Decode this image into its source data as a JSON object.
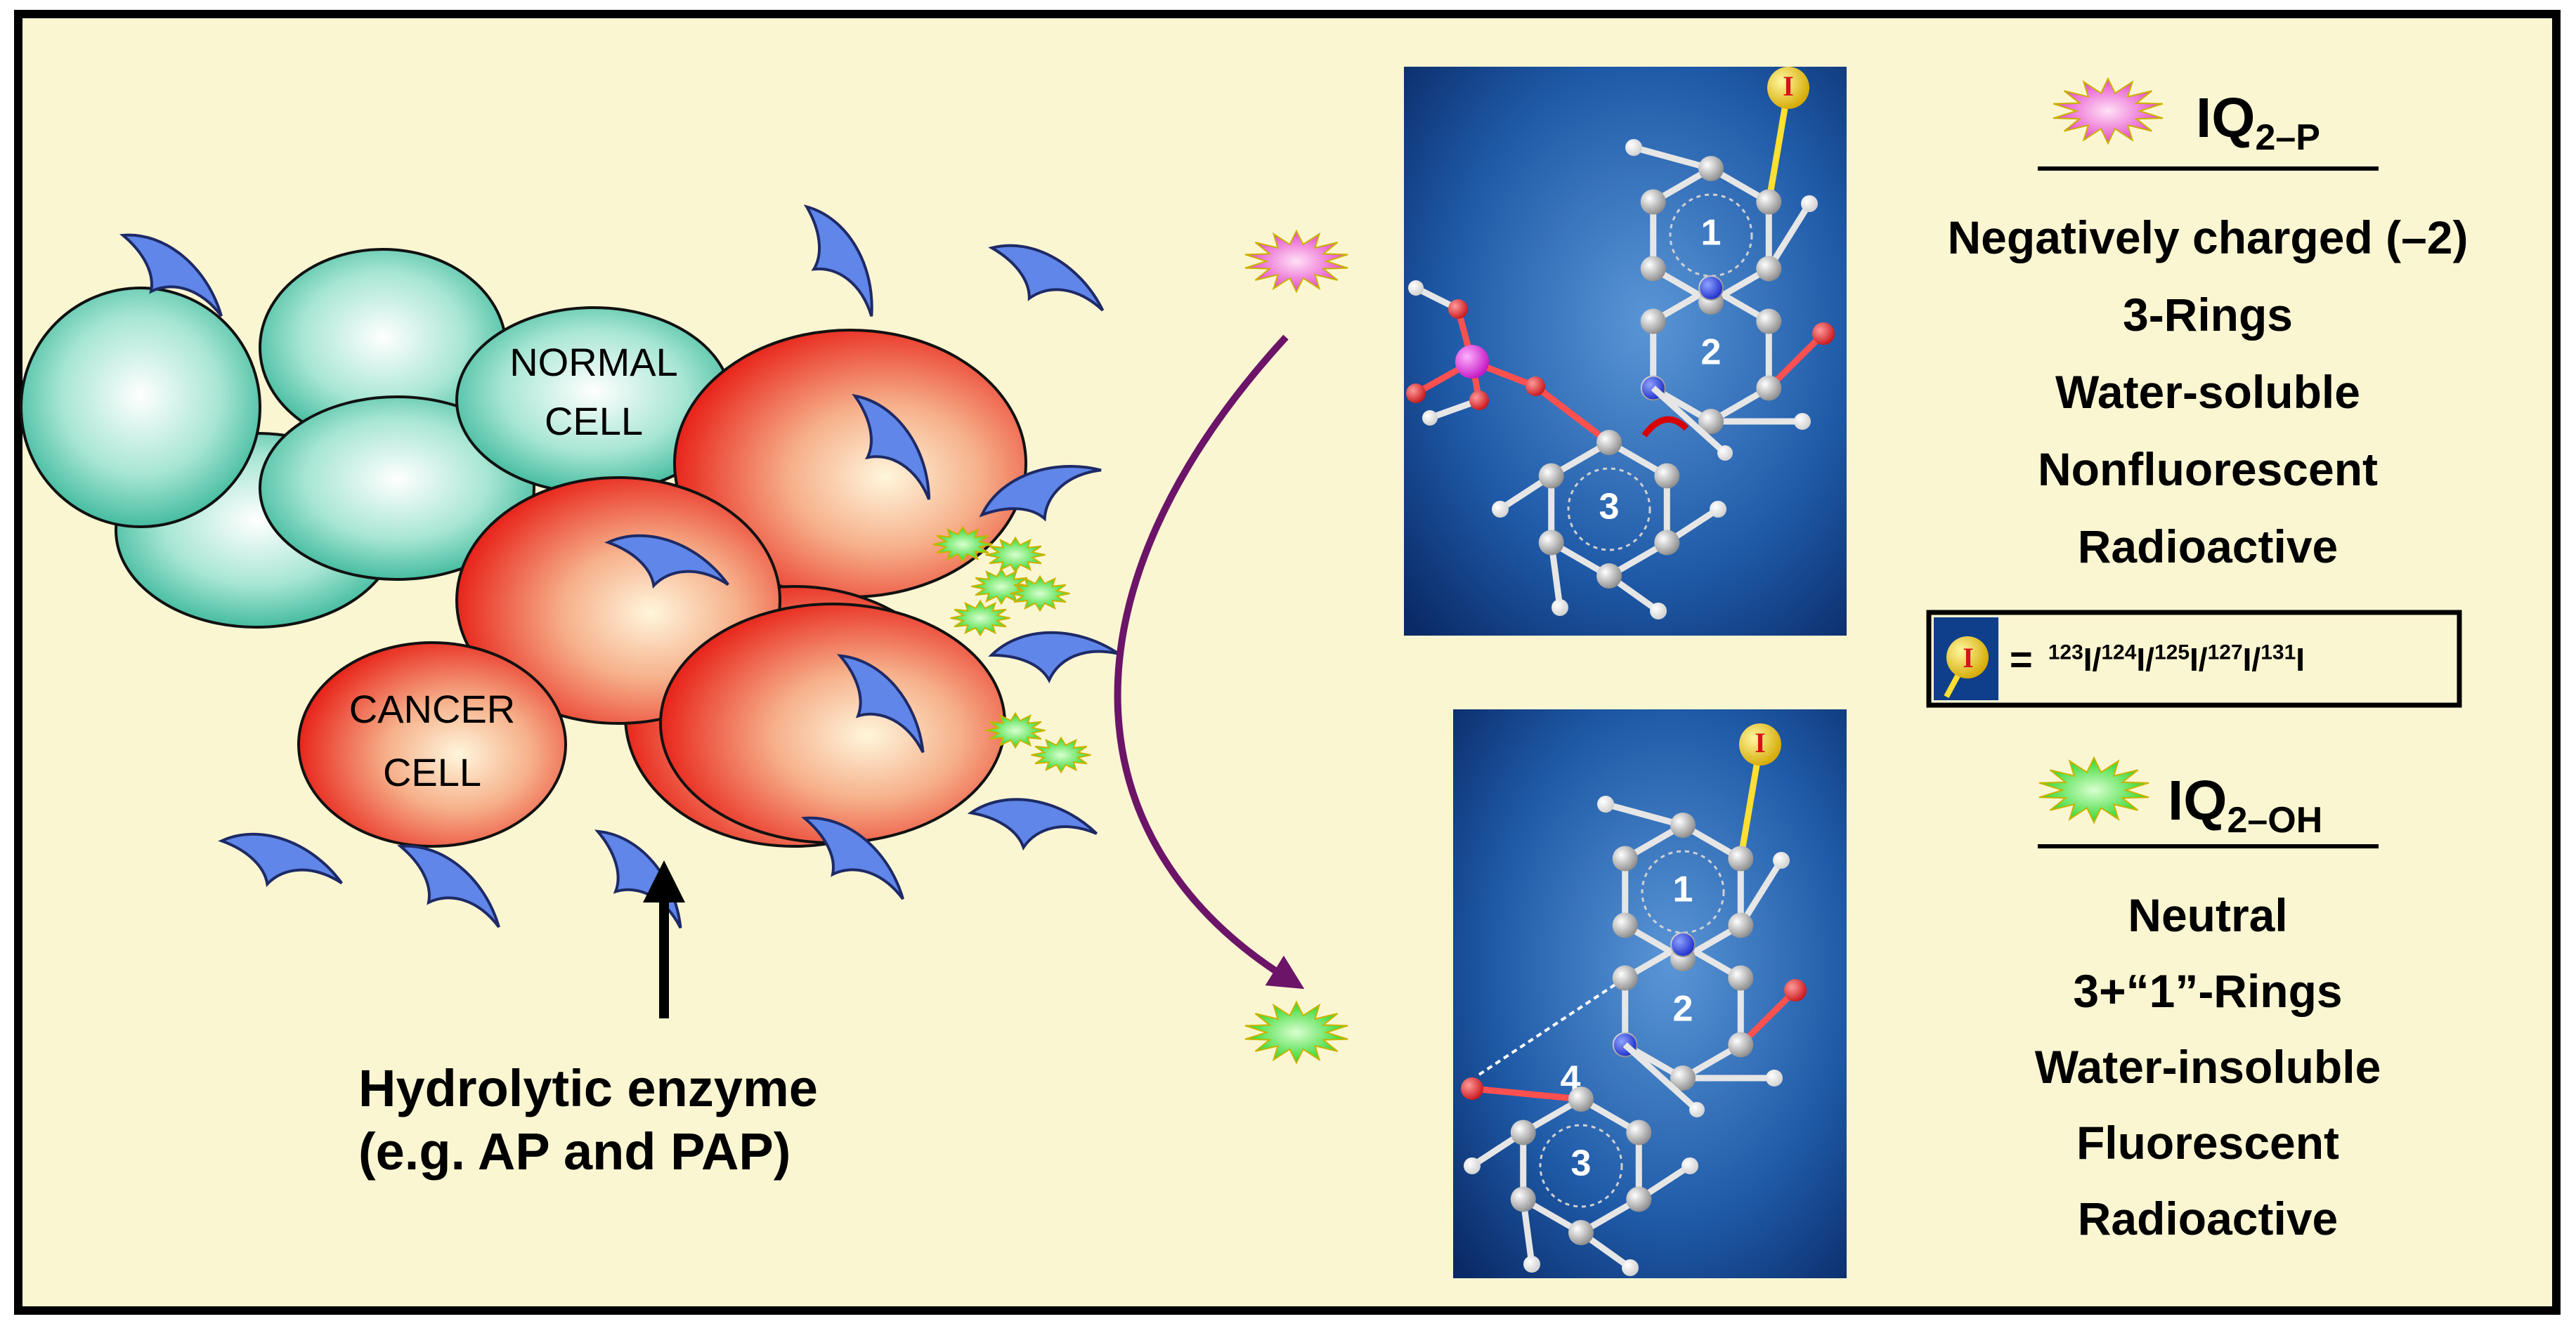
{
  "cells": {
    "normal_label": [
      "NORMAL",
      "CELL"
    ],
    "cancer_label": [
      "CANCER",
      "CELL"
    ]
  },
  "enzyme_label": [
    "Hydrolytic enzyme",
    "(e.g. AP and PAP)"
  ],
  "molecules": {
    "top": {
      "ring_labels": [
        "1",
        "2",
        "3"
      ],
      "iodine_symbol": "I"
    },
    "bottom": {
      "ring_labels": [
        "1",
        "2",
        "3",
        "4"
      ],
      "iodine_symbol": "I"
    }
  },
  "iq2p": {
    "name": "IQ",
    "subscript": "2–P",
    "properties": [
      "Negatively charged (–2)",
      "3-Rings",
      "Water-soluble",
      "Nonfluorescent",
      "Radioactive"
    ]
  },
  "iq2oh": {
    "name": "IQ",
    "subscript": "2–OH",
    "properties": [
      "Neutral",
      "3+“1”-Rings",
      "Water-insoluble",
      "Fluorescent",
      "Radioactive"
    ]
  },
  "isotope_box": {
    "iodine_symbol": "I",
    "equals": "=",
    "isotopes": [
      {
        "mass": "123",
        "symbol": "I"
      },
      {
        "mass": "124",
        "symbol": "I"
      },
      {
        "mass": "125",
        "symbol": "I"
      },
      {
        "mass": "127",
        "symbol": "I"
      },
      {
        "mass": "131",
        "symbol": "I"
      }
    ]
  },
  "colors": {
    "background": "#fbf6d2",
    "normal_cell": "#2fb394",
    "cancer_cell": "#e8261c",
    "enzyme": "#5f86e8",
    "iq2p_star": "#e447c8",
    "iq2oh_star": "#2fd62b",
    "arrow": "#6b1468",
    "molecule_bg": "#0f3f8a",
    "iodine": "#f2d21a"
  }
}
